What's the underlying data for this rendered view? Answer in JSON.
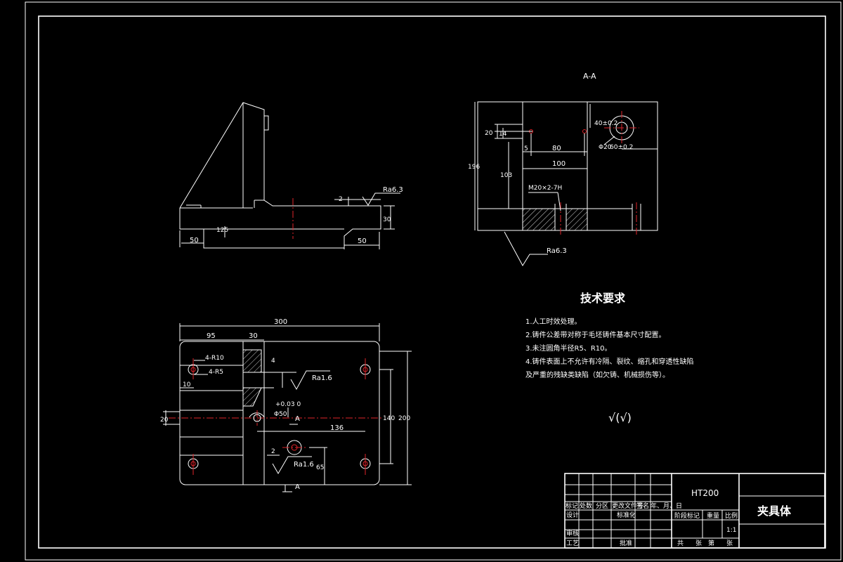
{
  "section_label": "A-A",
  "dims": {
    "side": {
      "d50a": "50",
      "d50b": "50",
      "d2": "2",
      "d30": "30",
      "d125": "125",
      "ra": "Ra6.3"
    },
    "section": {
      "d20": "20",
      "d14": "14",
      "d5": "5",
      "d80": "80",
      "d100": "100",
      "d196": "196",
      "d103": "103",
      "d40": "40±0.2",
      "d60": "60±0.2",
      "dphi": "Φ20",
      "thread": "M20×2-7H",
      "ra": "Ra6.3"
    },
    "plan": {
      "d300": "300",
      "d95": "95",
      "d30": "30",
      "r10": "4-R10",
      "r5": "4-R5",
      "d10": "10",
      "d4": "4",
      "ra1": "Ra1.6",
      "phi50": "Φ50",
      "tol": "+0.03 0",
      "cutA1": "A",
      "cutA2": "A",
      "d136": "136",
      "d140": "140",
      "d200": "200",
      "d20": "20",
      "d2": "2",
      "ra2": "Ra1.6",
      "d65": "65"
    }
  },
  "tech": {
    "title": "技术要求",
    "lines": [
      "1.人工时效处理。",
      "2.铸件公差带对称于毛坯铸件基本尺寸配置。",
      "3.未注圆角半径R5、R10。",
      "4.铸件表面上不允许有冷隔、裂纹、缩孔和穿透性缺陷",
      "及严重的残缺类缺陷（如欠铸、机械损伤等）。"
    ],
    "roughness_note": "√(√)"
  },
  "title_block": {
    "material": "HT200",
    "part_name": "夹具体",
    "row_headers": [
      "标记",
      "处数",
      "分区",
      "更改文件号",
      "签名",
      "年、月、日"
    ],
    "design": "设计",
    "standardization": "标准化",
    "review": "审核",
    "process": "工艺",
    "approve": "批准",
    "stage": "阶段标记",
    "weight": "重量",
    "scale": "比例",
    "scale_value": "1:1",
    "sheets_total": "共",
    "sheets_label": "张",
    "sheet_no": "第",
    "sheet_label": "张"
  }
}
